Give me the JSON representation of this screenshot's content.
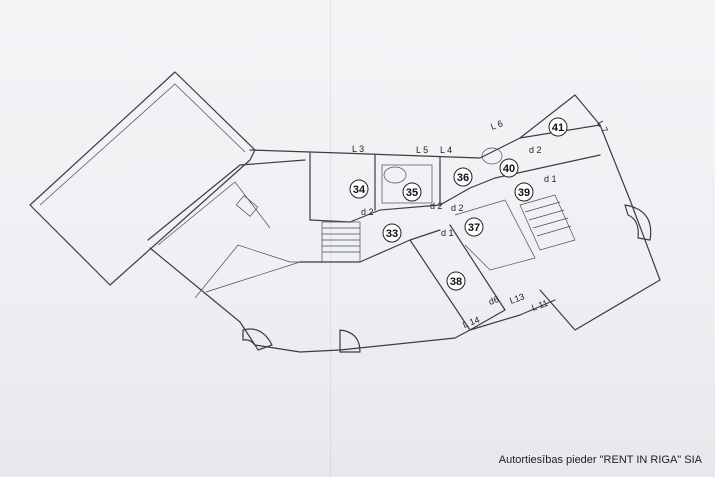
{
  "rooms": [
    {
      "id": "r34",
      "num": "34"
    },
    {
      "id": "r35",
      "num": "35"
    },
    {
      "id": "r36",
      "num": "36"
    },
    {
      "id": "r33",
      "num": "33"
    },
    {
      "id": "r37",
      "num": "37"
    },
    {
      "id": "r38",
      "num": "38"
    },
    {
      "id": "r39",
      "num": "39"
    },
    {
      "id": "r40",
      "num": "40"
    },
    {
      "id": "r41",
      "num": "41"
    }
  ],
  "labels": {
    "l3": "L 3",
    "l5": "L 5",
    "l4": "L 4",
    "l6": "L 6",
    "l7": "L 7",
    "l11": "L 11",
    "l13": "L13",
    "l14": "L 14",
    "d2a": "d 2",
    "d2b": "d 2",
    "d2c": "d 2",
    "d2d": "d 2",
    "d1a": "d 1",
    "d1b": "d 1",
    "d6": "d6"
  },
  "watermark": "Autortiesības pieder \"RENT IN RIGA\" SIA"
}
